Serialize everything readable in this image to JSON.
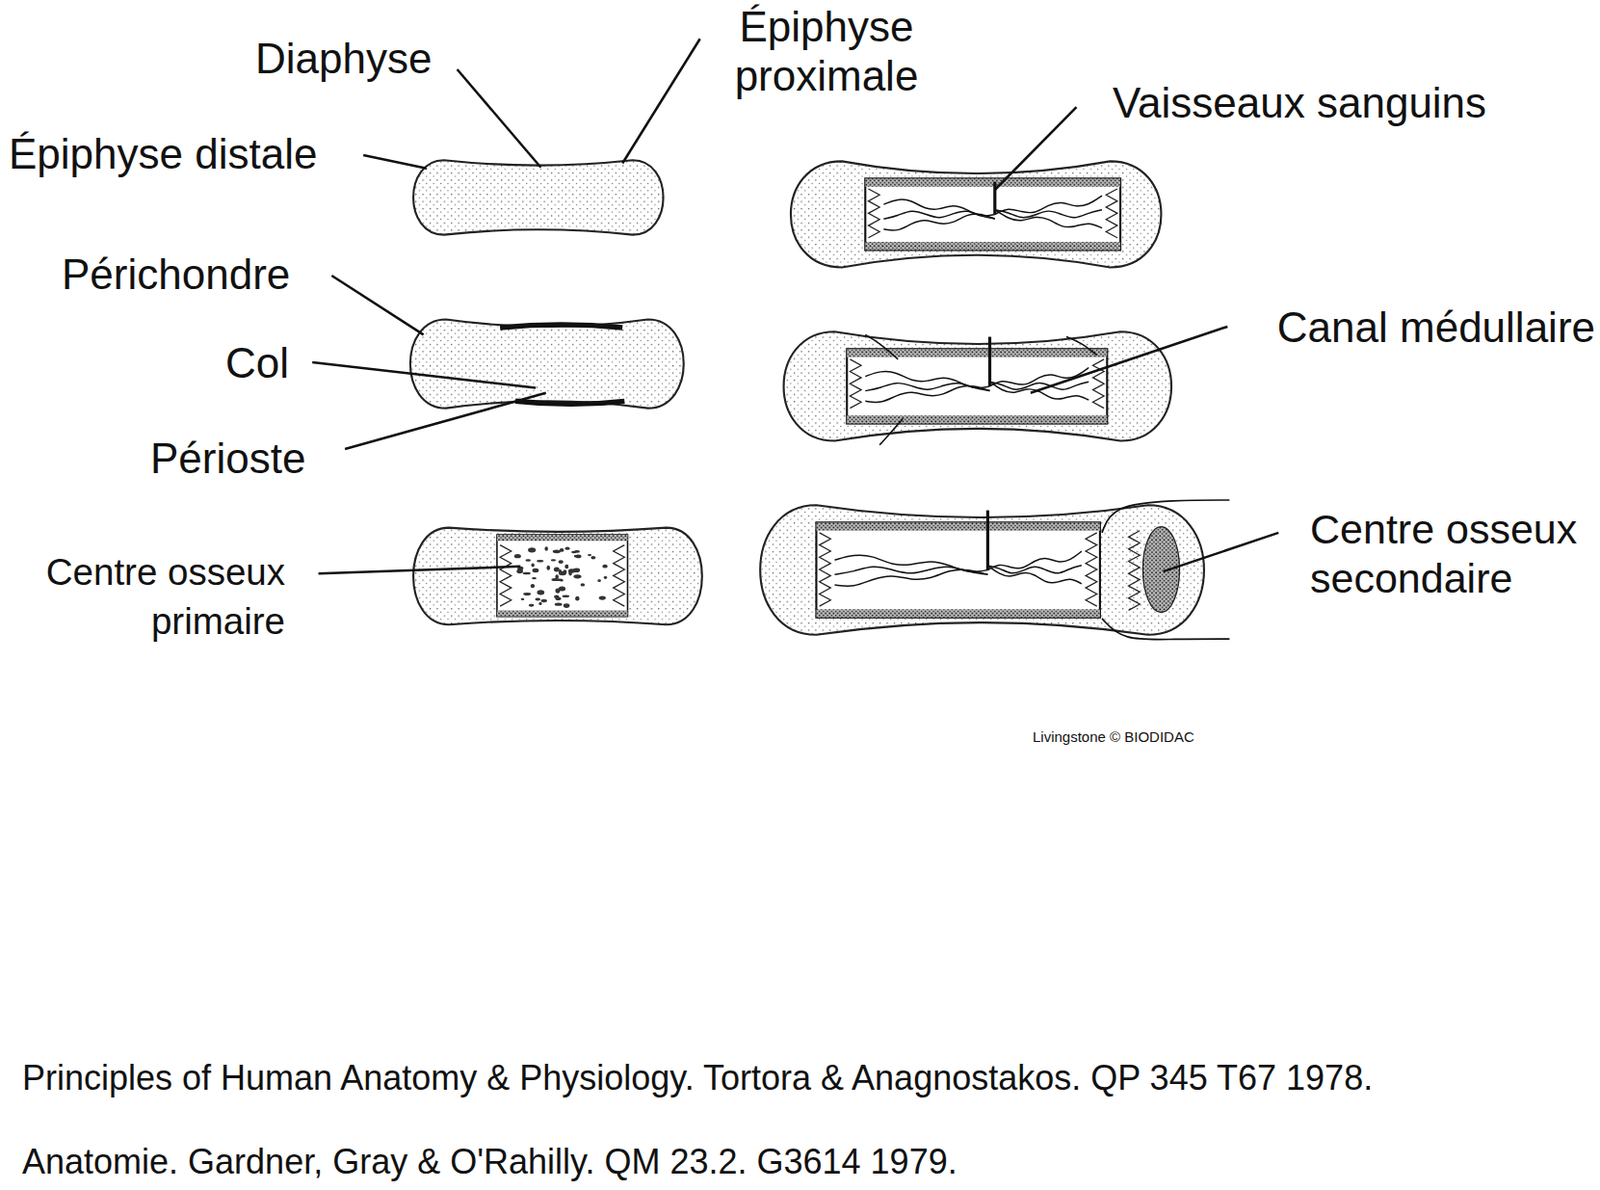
{
  "diagram": {
    "labels": [
      "Diaphyse",
      "Épiphyse proximale",
      "Épiphyse distale",
      "Vaisseaux sanguins",
      "Périchondre",
      "Col",
      "Canal médullaire",
      "Périoste",
      "Centre osseux primaire",
      "Centre osseux secondaire",
      "Livingstone © BIODIDAC",
      "Principles of Human Anatomy & Physiology. Tortora & Anagnostakos. QP 345 T67 1978.",
      "Anatomie. Gardner, Gray & O'Rahilly. QM 23.2. G3614 1979."
    ]
  }
}
